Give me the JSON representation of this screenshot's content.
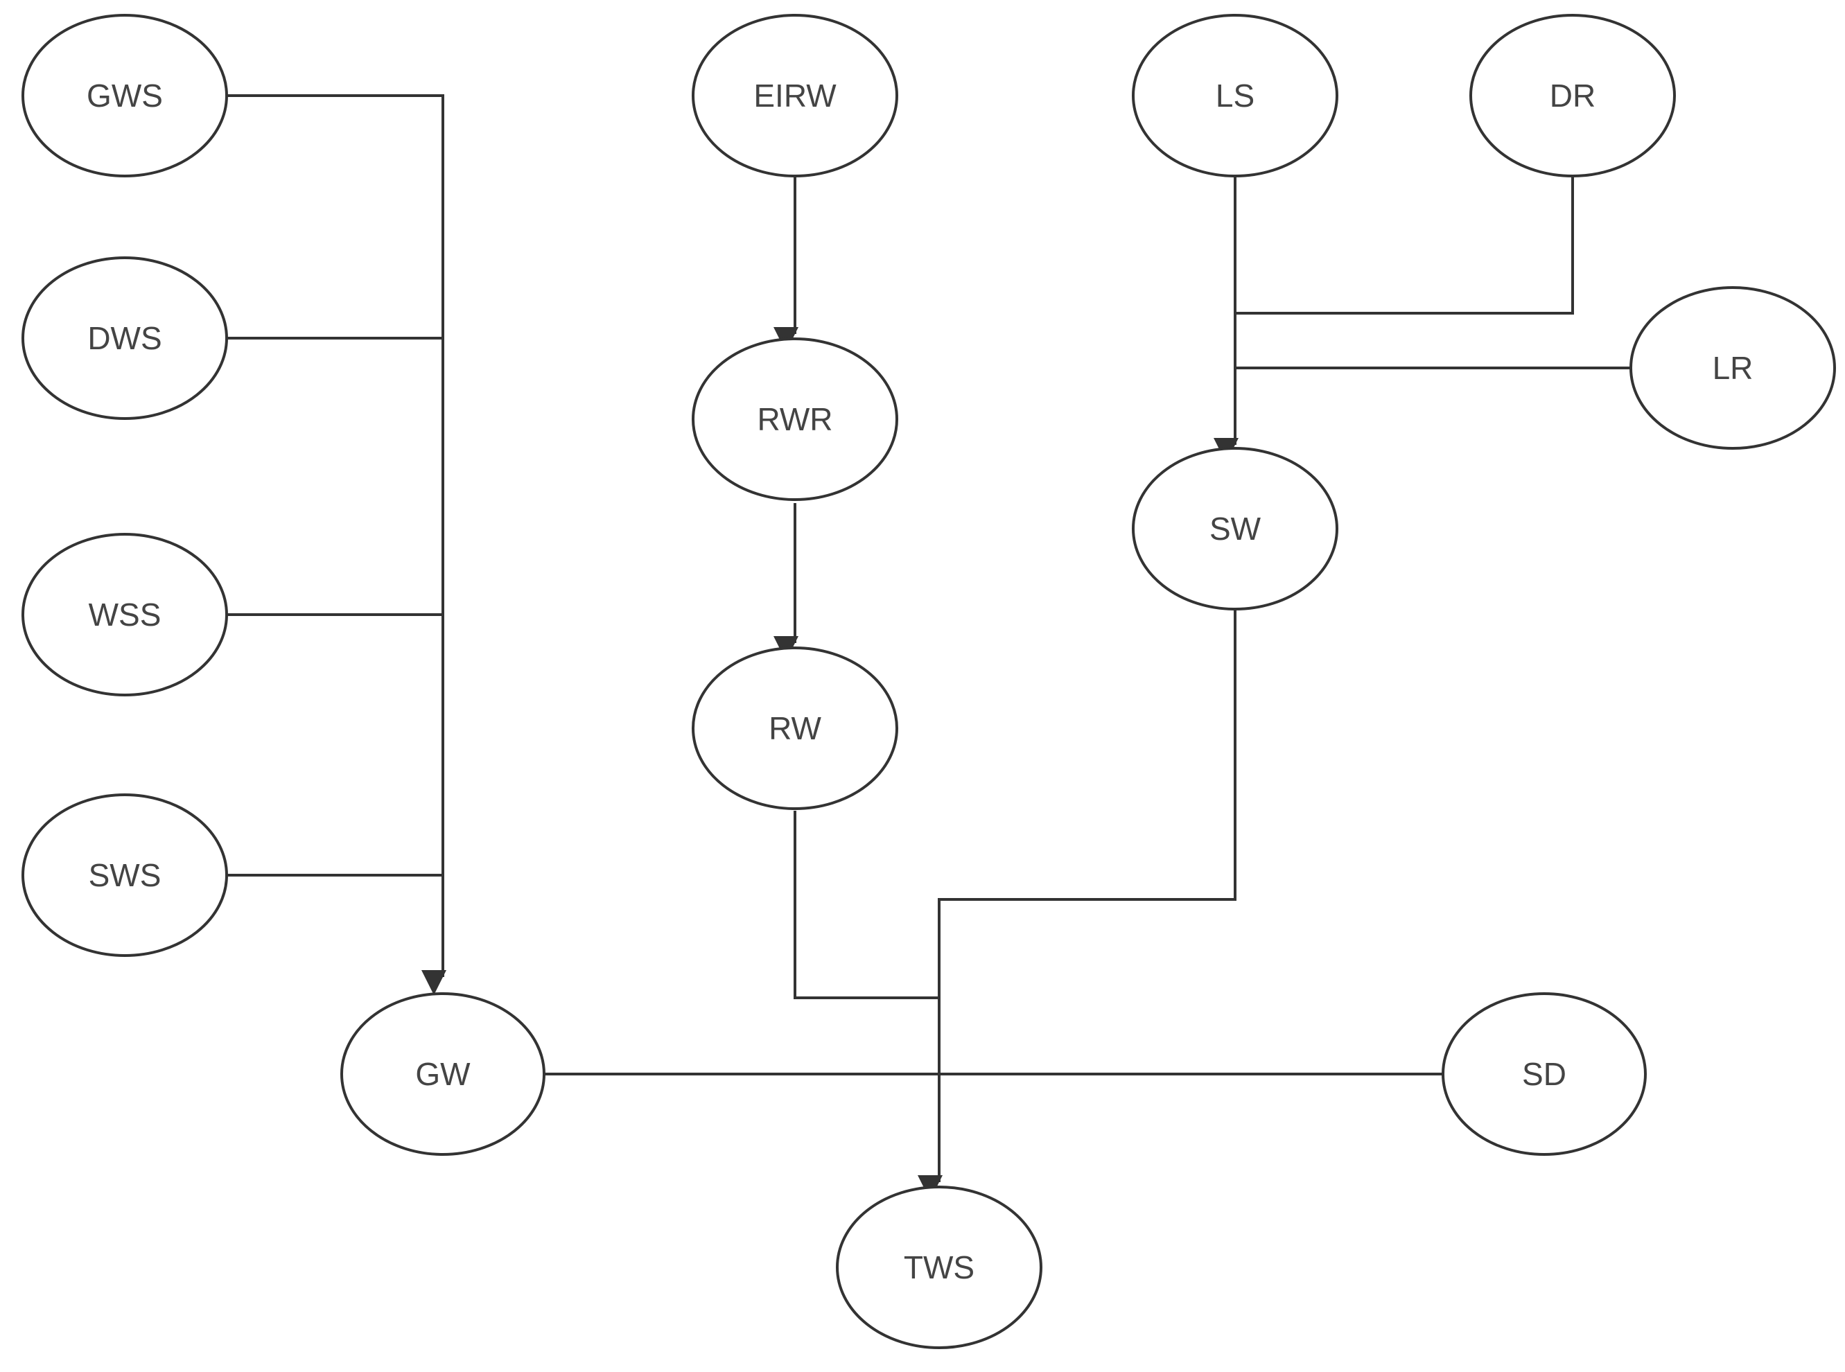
{
  "diagram": {
    "nodes": [
      {
        "id": "GWS",
        "label": "GWS"
      },
      {
        "id": "DWS",
        "label": "DWS"
      },
      {
        "id": "WSS",
        "label": "WSS"
      },
      {
        "id": "SWS",
        "label": "SWS"
      },
      {
        "id": "EIRW",
        "label": "EIRW"
      },
      {
        "id": "RWR",
        "label": "RWR"
      },
      {
        "id": "RW",
        "label": "RW"
      },
      {
        "id": "LS",
        "label": "LS"
      },
      {
        "id": "DR",
        "label": "DR"
      },
      {
        "id": "LR",
        "label": "LR"
      },
      {
        "id": "SW",
        "label": "SW"
      },
      {
        "id": "GW",
        "label": "GW"
      },
      {
        "id": "SD",
        "label": "SD"
      },
      {
        "id": "TWS",
        "label": "TWS"
      }
    ],
    "edges": [
      {
        "from": "GWS",
        "to": "GW"
      },
      {
        "from": "DWS",
        "to": "GW"
      },
      {
        "from": "WSS",
        "to": "GW"
      },
      {
        "from": "SWS",
        "to": "GW"
      },
      {
        "from": "EIRW",
        "to": "RWR"
      },
      {
        "from": "RWR",
        "to": "RW"
      },
      {
        "from": "LS",
        "to": "SW"
      },
      {
        "from": "DR",
        "to": "SW"
      },
      {
        "from": "LR",
        "to": "SW"
      },
      {
        "from": "SW",
        "to": "TWS"
      },
      {
        "from": "RW",
        "to": "TWS"
      },
      {
        "from": "GW",
        "to": "TWS"
      },
      {
        "from": "SD",
        "to": "TWS"
      }
    ]
  }
}
